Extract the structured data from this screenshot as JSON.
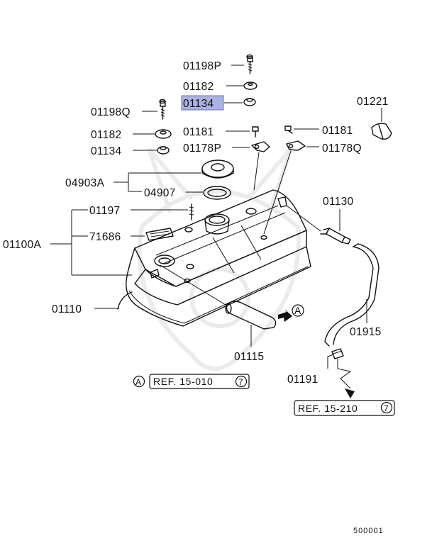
{
  "diagram": {
    "labels": {
      "p01198P": "01198P",
      "p01182_top": "01182",
      "p01134_top": "01134",
      "p01198Q": "01198Q",
      "p01182_left": "01182",
      "p01134_left": "01134",
      "p01181_left": "01181",
      "p01181_right": "01181",
      "p01178P": "01178P",
      "p01178Q": "01178Q",
      "p01221": "01221",
      "p04903A": "04903A",
      "p04907": "04907",
      "p01197": "01197",
      "p71686": "71686",
      "p01100A": "01100A",
      "p01130": "01130",
      "p01110": "01110",
      "p01915": "01915",
      "p01115": "01115",
      "p01191": "01191"
    },
    "highlight": {
      "part": "01134",
      "color": "#aab3e0"
    },
    "refs": {
      "ref_a_marker": "A",
      "ref_a": "REF. 15-010",
      "ref_a_num": "7",
      "ref_b": "REF. 15-210",
      "ref_b_num": "7",
      "arrow_marker": "A"
    },
    "footer_code": "500001"
  }
}
